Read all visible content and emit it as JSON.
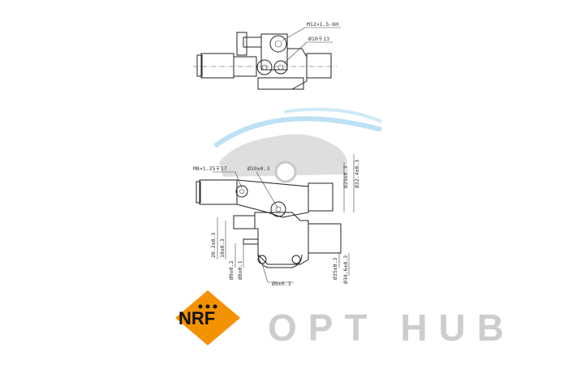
{
  "watermark": {
    "text": "OPT HUB"
  },
  "logo": {
    "text": "NRF",
    "color": "#f39200"
  },
  "top_view": {
    "labels": [
      "M12×1.5-6H",
      "Ø10〒13"
    ]
  },
  "bottom_view": {
    "labels": {
      "thread": "M8×1.25〒17",
      "hole": "Ø10±0.3",
      "outlet_a": "Ø29±0.3",
      "outlet_b": "Ø32.4±0.3",
      "height_a": "20.2±0.3",
      "height_b": "18±0.3",
      "pin_a": "Ø9±0.2",
      "pin_b": "Ø8±0.1",
      "mount": "Ø9±0.3",
      "inlet_a": "Ø35±0.3",
      "inlet_b": "Ø38.6±0.3"
    }
  }
}
